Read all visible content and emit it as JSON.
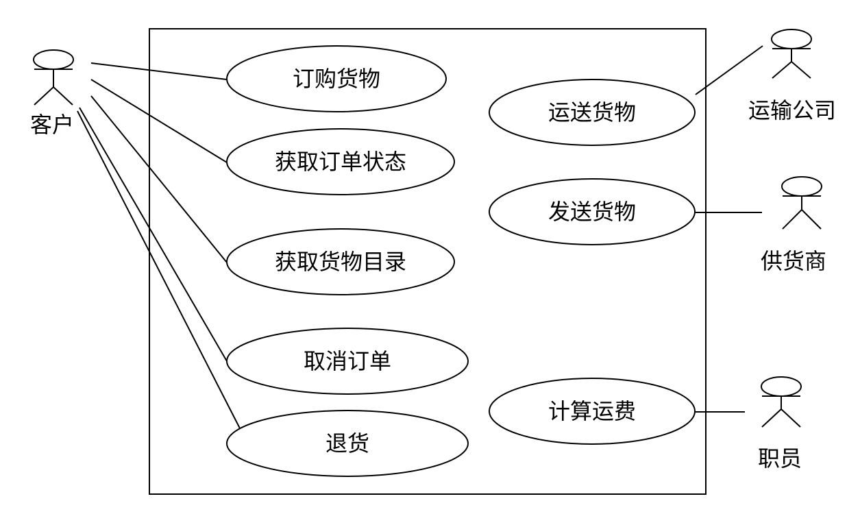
{
  "actors": {
    "customer": "客户",
    "shipping_company": "运输公司",
    "supplier": "供货商",
    "clerk": "职员"
  },
  "use_cases": {
    "order_goods": "订购货物",
    "get_order_status": "获取订单状态",
    "get_goods_catalog": "获取货物目录",
    "cancel_order": "取消订单",
    "return_goods": "退货",
    "ship_goods": "运送货物",
    "send_goods": "发送货物",
    "calculate_freight": "计算运费"
  }
}
